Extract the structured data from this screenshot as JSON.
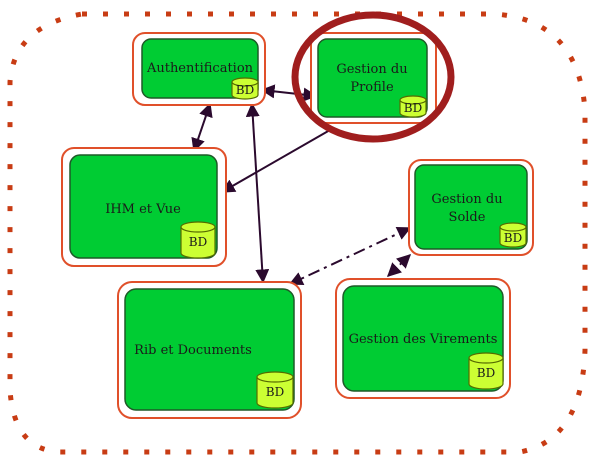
{
  "colors": {
    "module_fill": "#00cc33",
    "module_stroke": "#1e5a28",
    "frame_stroke": "#e0502a",
    "db_fill": "#ccff33",
    "db_stroke": "#556b00",
    "boundary": "#c83c14",
    "highlight": "#a01e1e",
    "arrow": "#2b0a2e"
  },
  "db_label": "BD",
  "modules": {
    "auth": {
      "label": "Authentification"
    },
    "profile": {
      "label_line1": "Gestion du",
      "label_line2": "Profile"
    },
    "ihm": {
      "label": "IHM et Vue"
    },
    "solde": {
      "label_line1": "Gestion du",
      "label_line2": "Solde"
    },
    "rib": {
      "label": "Rib et Documents"
    },
    "virements": {
      "label": "Gestion des Virements"
    }
  }
}
